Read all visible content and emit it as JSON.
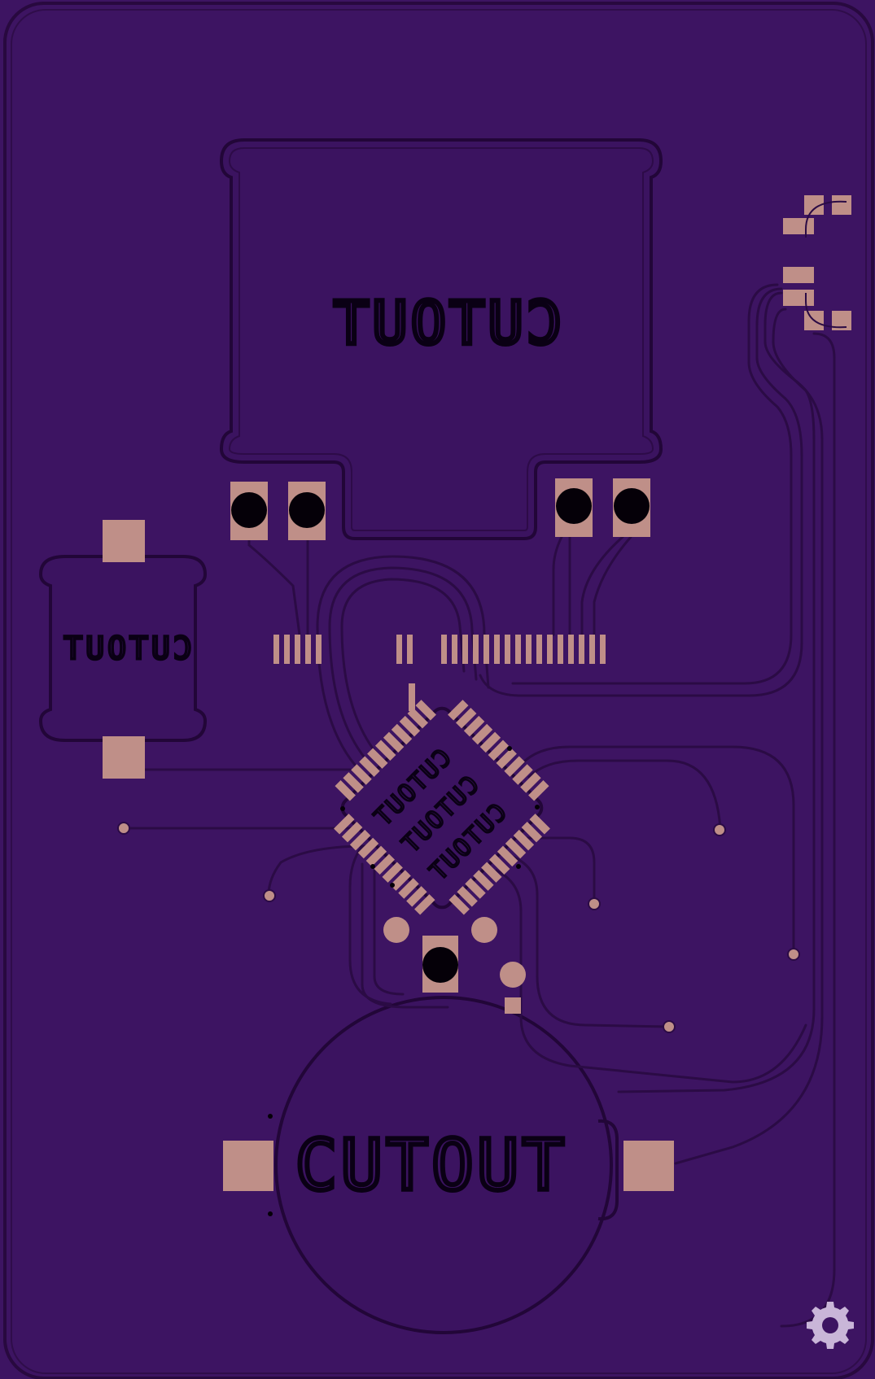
{
  "board": {
    "substrate_color": "#3d1462",
    "outline_color": "#25083f",
    "pad_color": "#bf8f88",
    "hole_color": "#050008",
    "text_color": "#1b0530"
  },
  "labels": {
    "top_cutout": "CUTOUT",
    "left_cutout": "CUTOUT",
    "chip_cutout_1": "CUTOUT",
    "chip_cutout_2": "CUTOUT",
    "chip_cutout_3": "CUTOUT",
    "coin_cutout": "CUTOUT"
  },
  "icons": {
    "settings": "gear-icon"
  }
}
